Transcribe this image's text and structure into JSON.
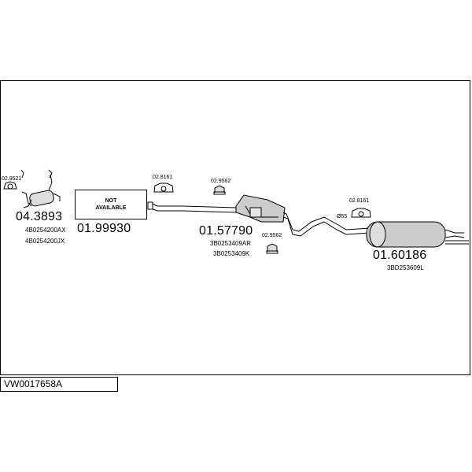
{
  "diagram": {
    "code": "VW0017658A",
    "not_available": {
      "line1": "NOT",
      "line2": "AVAILABLE"
    },
    "parts": [
      {
        "number": "04.3893",
        "refs": [
          "4B0254200AX",
          "4B0254200JX"
        ]
      },
      {
        "number": "01.99930"
      },
      {
        "number": "01.57790",
        "refs": [
          "3B0253409AR",
          "3B0253409K"
        ]
      },
      {
        "number": "01.60186",
        "refs": [
          "3BD253609L"
        ]
      }
    ],
    "accessories": [
      {
        "id": "a1",
        "label": "02.9521"
      },
      {
        "id": "a2",
        "label": "02.8161"
      },
      {
        "id": "a3",
        "label": "02.9562"
      },
      {
        "id": "a4",
        "label": "02.9562"
      },
      {
        "id": "a5",
        "label": "02.8161"
      },
      {
        "id": "a6",
        "label": "Ø55"
      }
    ]
  }
}
